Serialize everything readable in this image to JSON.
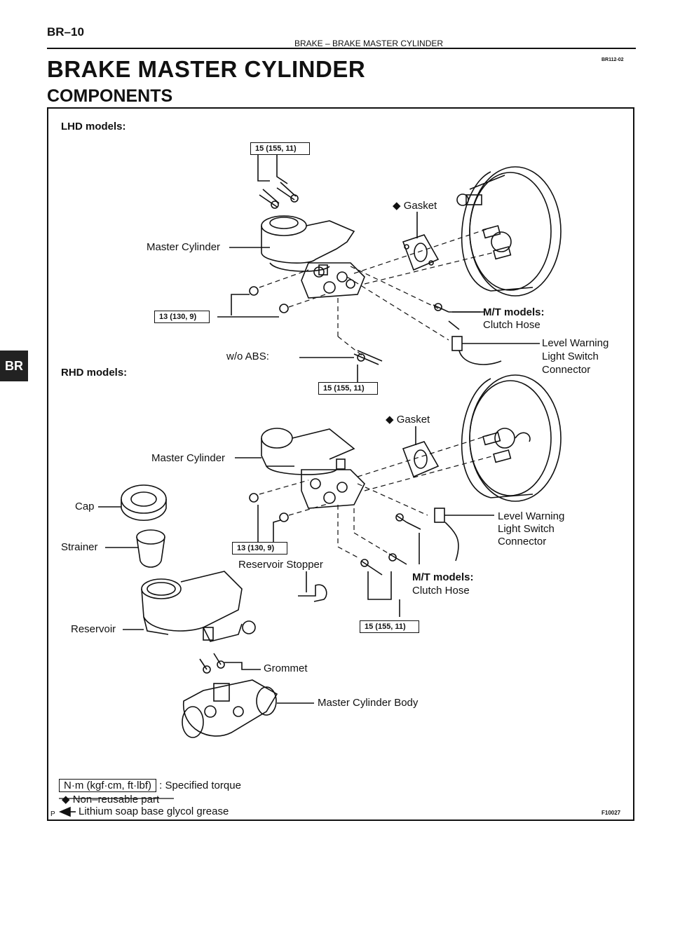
{
  "header": {
    "page_number": "BR–10",
    "section": "BRAKE – BRAKE MASTER CYLINDER",
    "code": "BR112-02"
  },
  "title": "BRAKE MASTER CYLINDER",
  "subtitle": "COMPONENTS",
  "side_tab": "BR",
  "diagram": {
    "lhd_label": "LHD models:",
    "rhd_label": "RHD models:",
    "torque_top": "15 (155, 11)",
    "torque_lhd_nuts": "13 (130, 9)",
    "torque_wo_abs": "15 (155, 11)",
    "torque_rhd_nuts": "13 (130, 9)",
    "torque_rhd_hose": "15 (155, 11)",
    "gasket_lhd": "◆ Gasket",
    "gasket_rhd": "◆ Gasket",
    "master_cylinder_lhd": "Master Cylinder",
    "master_cylinder_rhd": "Master Cylinder",
    "mt_models_lhd": "M/T models:",
    "clutch_hose_lhd": "Clutch Hose",
    "level_warning_lhd": [
      "Level Warning",
      "Light Switch",
      "Connector"
    ],
    "wo_abs": "w/o ABS:",
    "cap": "Cap",
    "strainer": "Strainer",
    "reservoir": "Reservoir",
    "reservoir_stopper": "Reservoir Stopper",
    "level_warning_rhd": [
      "Level Warning",
      "Light Switch",
      "Connector"
    ],
    "mt_models_rhd": "M/T models:",
    "clutch_hose_rhd": "Clutch Hose",
    "grommet": "Grommet",
    "master_cylinder_body": "Master Cylinder Body"
  },
  "legend": {
    "torque_unit": "N·m (kgf·cm, ft·lbf)",
    "torque_text": ": Specified torque",
    "non_reusable": "◆ Non–reusable part",
    "grease_text": "Lithium soap base glycol grease",
    "p_mark": "P"
  },
  "figure_code": "F10027"
}
